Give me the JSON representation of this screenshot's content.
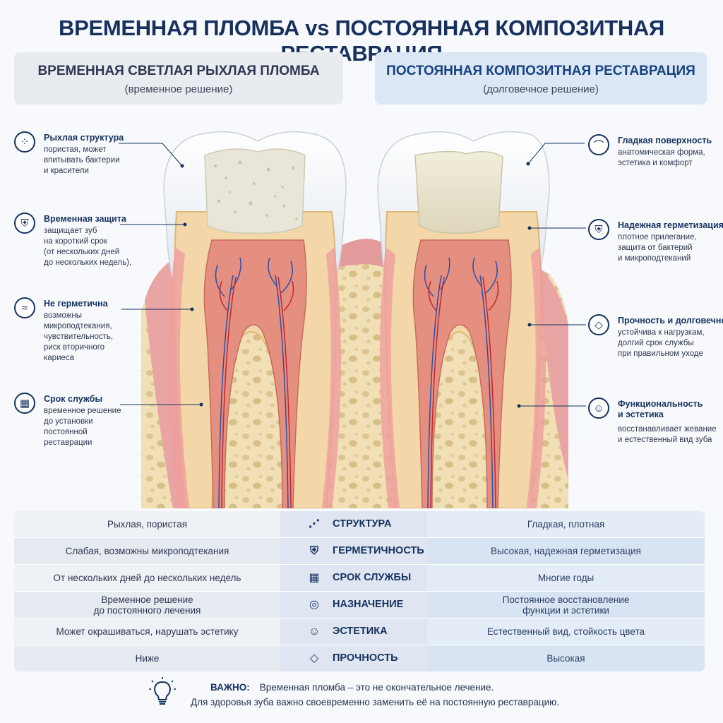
{
  "title": "ВРЕМЕННАЯ ПЛОМБА vs ПОСТОЯННАЯ КОМПОЗИТНАЯ РЕСТАВРАЦИЯ",
  "left_header": {
    "title": "ВРЕМЕННАЯ СВЕТЛАЯ РЫХЛАЯ ПЛОМБА",
    "subtitle": "(временное решение)"
  },
  "right_header": {
    "title": "ПОСТОЯННАЯ КОМПОЗИТНАЯ РЕСТАВРАЦИЯ",
    "subtitle": "(долговечное решение)"
  },
  "left_callouts": [
    {
      "icon": "dots-icon",
      "title": "Рыхлая структура",
      "text": "пористая, может\nвпитывать бактерии\nи красители"
    },
    {
      "icon": "shield-check-icon",
      "title": "Временная защита",
      "text": "защищает зуб\nна короткий срок\n(от нескольких дней\nдо нескольких недель),"
    },
    {
      "icon": "waves-icon",
      "title": "Не герметична",
      "text": "возможны микроподтекания,\nчувствительность,\nриск вторичного\nкариеса"
    },
    {
      "icon": "calendar-icon",
      "title": "Срок службы",
      "text": "временное решение\nдо установки\nпостоянной\nреставрации"
    }
  ],
  "right_callouts": [
    {
      "icon": "tooth-icon",
      "title": "Гладкая поверхность",
      "text": "анатомическая форма,\nэстетика и комфорт"
    },
    {
      "icon": "shield-check-icon",
      "title": "Надежная герметизация",
      "text": "плотное прилегание,\nзащита от бактерий\nи микроподтеканий"
    },
    {
      "icon": "diamond-icon",
      "title": "Прочность и долговечность",
      "text": "устойчива к нагрузкам,\nдолгий срок службы\nпри правильном уходе"
    },
    {
      "icon": "smile-icon",
      "title": "Функциональность\nи эстетика",
      "text": "восстанавливает жевание\nи естественный вид зуба"
    }
  ],
  "comparison": [
    {
      "left": "Рыхлая, пористая",
      "criterion": "СТРУКТУРА",
      "icon": "structure-icon",
      "right": "Гладкая, плотная"
    },
    {
      "left": "Слабая, возможны микроподтекания",
      "criterion": "ГЕРМЕТИЧНОСТЬ",
      "icon": "shield-check-icon",
      "right": "Высокая, надежная герметизация"
    },
    {
      "left": "От нескольких дней до нескольких недель",
      "criterion": "СРОК СЛУЖБЫ",
      "icon": "calendar-icon",
      "right": "Многие годы"
    },
    {
      "left": "Временное решение\nдо постоянного лечения",
      "criterion": "НАЗНАЧЕНИЕ",
      "icon": "target-icon",
      "right": "Постоянное восстановление\nфункции и эстетики"
    },
    {
      "left": "Может окрашиваться, нарушать эстетику",
      "criterion": "ЭСТЕТИКА",
      "icon": "smile-icon",
      "right": "Естественный вид, стойкость цвета"
    },
    {
      "left": "Ниже",
      "criterion": "ПРОЧНОСТЬ",
      "icon": "diamond-icon",
      "right": "Высокая"
    }
  ],
  "note": {
    "label": "ВАЖНО:",
    "line1": "Временная пломба – это не окончательное лечение.",
    "line2": "Для здоровья зуба важно своевременно заменить её на постоянную реставрацию."
  }
}
